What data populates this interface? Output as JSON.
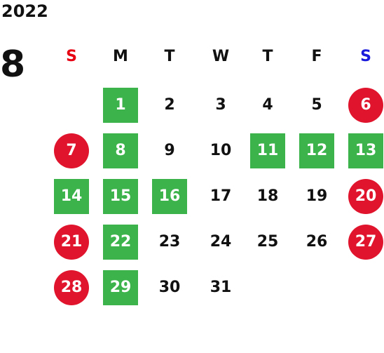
{
  "header": {
    "year": "2022",
    "month": "8"
  },
  "colors": {
    "sunday": "#e60012",
    "saturday": "#1a1adc",
    "weekday_header": "#111111",
    "holiday_circle": "#e0152d",
    "open_day_square": "#3cb44b",
    "default_text": "#111111",
    "highlight_text": "#ffffff"
  },
  "weekdays": [
    "S",
    "M",
    "T",
    "W",
    "T",
    "F",
    "S"
  ],
  "days": [
    {
      "day": "1",
      "style": "green"
    },
    {
      "day": "2",
      "style": "plain"
    },
    {
      "day": "3",
      "style": "plain"
    },
    {
      "day": "4",
      "style": "plain"
    },
    {
      "day": "5",
      "style": "plain"
    },
    {
      "day": "6",
      "style": "red"
    },
    {
      "day": "7",
      "style": "red"
    },
    {
      "day": "8",
      "style": "green"
    },
    {
      "day": "9",
      "style": "plain"
    },
    {
      "day": "10",
      "style": "plain"
    },
    {
      "day": "11",
      "style": "green"
    },
    {
      "day": "12",
      "style": "green"
    },
    {
      "day": "13",
      "style": "green"
    },
    {
      "day": "14",
      "style": "green"
    },
    {
      "day": "15",
      "style": "green"
    },
    {
      "day": "16",
      "style": "green"
    },
    {
      "day": "17",
      "style": "plain"
    },
    {
      "day": "18",
      "style": "plain"
    },
    {
      "day": "19",
      "style": "plain"
    },
    {
      "day": "20",
      "style": "red"
    },
    {
      "day": "21",
      "style": "red"
    },
    {
      "day": "22",
      "style": "green"
    },
    {
      "day": "23",
      "style": "plain"
    },
    {
      "day": "24",
      "style": "plain"
    },
    {
      "day": "25",
      "style": "plain"
    },
    {
      "day": "26",
      "style": "plain"
    },
    {
      "day": "27",
      "style": "red"
    },
    {
      "day": "28",
      "style": "red"
    },
    {
      "day": "29",
      "style": "green"
    },
    {
      "day": "30",
      "style": "plain"
    },
    {
      "day": "31",
      "style": "plain"
    }
  ],
  "first_weekday_index": 1
}
